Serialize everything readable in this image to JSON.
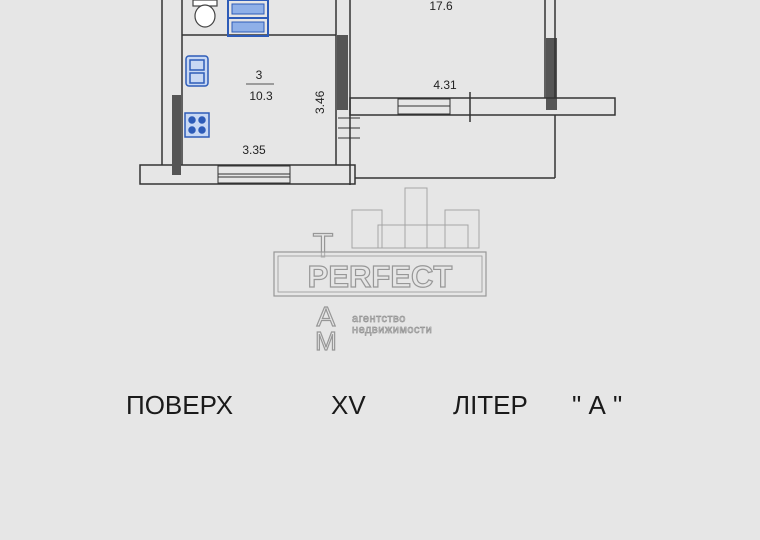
{
  "plan": {
    "room_3": {
      "number": "3",
      "area": "10.3",
      "width": "3.35",
      "length": "3.46"
    },
    "room_big": {
      "area": "17.6"
    },
    "balcony": {
      "length": "4.31"
    }
  },
  "watermark": {
    "brand": "PERFECT",
    "letters_top": "Т",
    "letters_bottom": [
      "А",
      "М"
    ],
    "tagline_1": "агентство",
    "tagline_2": "недвижимости"
  },
  "caption": {
    "floor_label": "ПОВЕРХ",
    "floor_number": "XV",
    "letter_label": "ЛІТЕР",
    "letter_value": "\" А \""
  },
  "colors": {
    "wall_fill": "#555555",
    "fixture_blue": "#2e5cb8",
    "paper": "#e6e6e6"
  }
}
